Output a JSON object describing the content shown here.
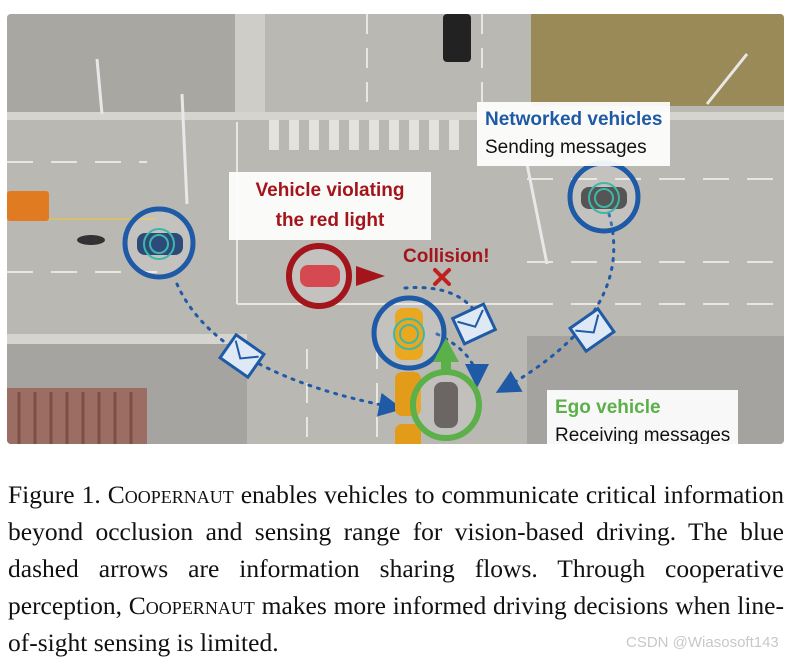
{
  "figure": {
    "networked_title": "Networked vehicles",
    "networked_sub": "Sending messages",
    "violating_line1": "Vehicle violating",
    "violating_line2": "the red light",
    "collision": "Collision!",
    "ego_title": "Ego vehicle",
    "ego_sub": "Receiving messages"
  },
  "caption": {
    "prefix": "Figure 1.",
    "method_name": "Coopernaut",
    "text1": " enables vehicles to communicate critical information beyond occlusion and sensing range for vision-based driving.  The blue dashed arrows are information sharing flows. Through cooperative perception, ",
    "method_name_2": "Coopernaut",
    "text2": " makes more informed driving decisions when line-of-sight sensing is limited."
  },
  "watermark": "CSDN @Wiasosoft143",
  "colors": {
    "blue": "#1f5aa6",
    "red": "#a3151b",
    "green": "#5cb04a",
    "road": "#b9b7b2"
  }
}
